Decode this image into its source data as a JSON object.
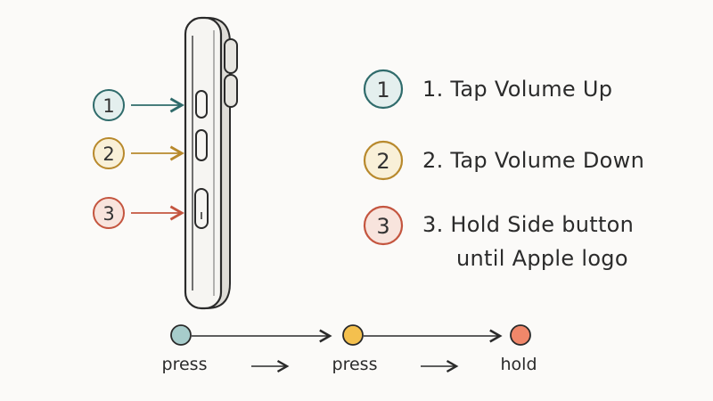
{
  "callouts": [
    {
      "number": "1",
      "color": "#2f6b6b",
      "fill": "#e4efee"
    },
    {
      "number": "2",
      "color": "#b8892c",
      "fill": "#f9f0d8"
    },
    {
      "number": "3",
      "color": "#c4553f",
      "fill": "#f8e4dd"
    }
  ],
  "steps": [
    {
      "number": "1",
      "text": "1. Tap Volume Up"
    },
    {
      "number": "2",
      "text": "2. Tap Volume Down"
    },
    {
      "number": "3",
      "text_line1": "3. Hold Side button",
      "text_line2": "until Apple logo"
    }
  ],
  "flow": {
    "nodes": [
      {
        "label": "press",
        "color": "#a7cccb"
      },
      {
        "label": "press",
        "color": "#f4c04e"
      },
      {
        "label": "hold",
        "color": "#f0876a"
      }
    ]
  },
  "colors": {
    "ink": "#2a2a2a",
    "phone_body": "#f6f5f2",
    "phone_edge": "#d9d7d2"
  }
}
